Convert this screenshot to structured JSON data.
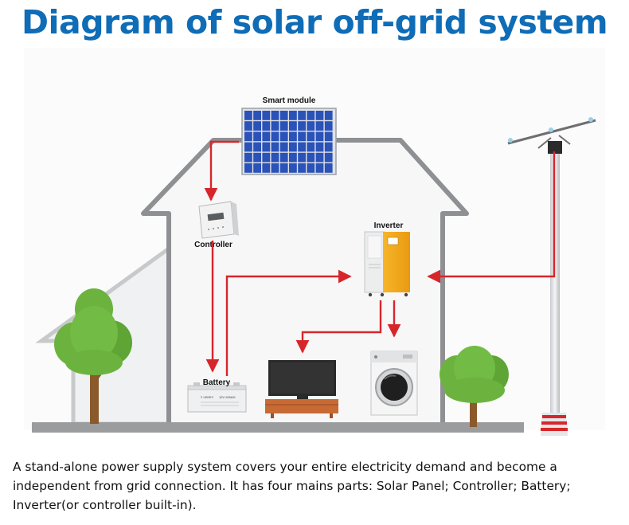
{
  "title": "Diagram of solar off-grid system",
  "labels": {
    "smart_module": "Smart module",
    "controller": "Controller",
    "inverter": "Inverter",
    "battery": "Battery"
  },
  "battery_brand": "≡ LEKEY",
  "battery_spec": "12V 200AH",
  "description": "A stand-alone power supply system covers your entire electricity demand and become a independent from grid connection. It has four mains parts: Solar Panel; Controller; Battery; Inverter(or controller built-in).",
  "colors": {
    "title": "#0f6cb6",
    "wire": "#d7262b",
    "house_outline": "#8e9093",
    "inverter_body": "#f3a81c",
    "solar_panel": "#2a52b8",
    "tree": "#6bb33e"
  }
}
